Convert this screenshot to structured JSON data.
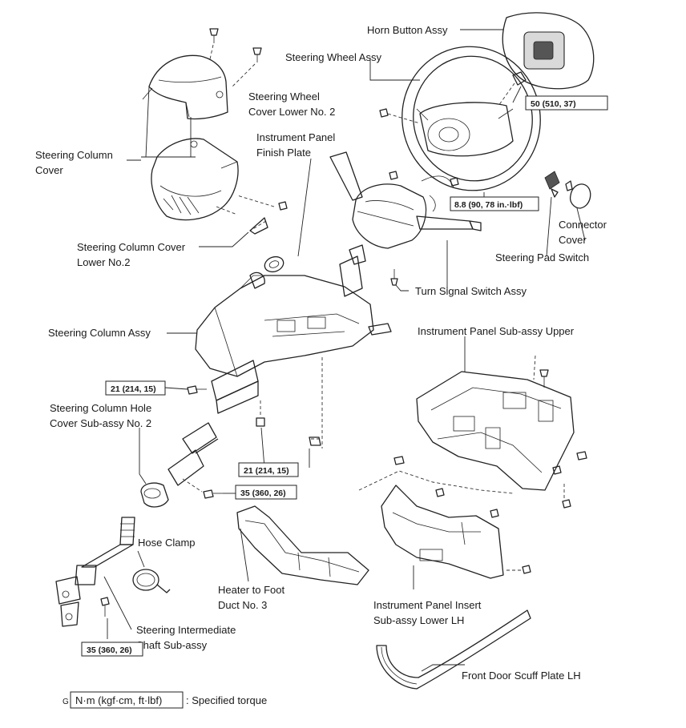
{
  "labels": {
    "horn_button_assy": "Horn Button Assy",
    "steering_wheel_assy": "Steering Wheel Assy",
    "steering_wheel_cover_lower_1": "Steering Wheel",
    "steering_wheel_cover_lower_2": "Cover Lower No. 2",
    "instrument_panel_finish_1": "Instrument Panel",
    "instrument_panel_finish_2": "Finish Plate",
    "steering_column_cover_1": "Steering Column",
    "steering_column_cover_2": "Cover",
    "steering_column_cover_lower_1": "Steering Column Cover",
    "steering_column_cover_lower_2": "Lower No.2",
    "connector_cover_1": "Connector",
    "connector_cover_2": "Cover",
    "steering_pad_switch": "Steering Pad Switch",
    "turn_signal_switch_assy": "Turn Signal Switch Assy",
    "steering_column_assy": "Steering Column Assy",
    "instrument_panel_upper": "Instrument Panel Sub-assy Upper",
    "hole_cover_1": "Steering Column Hole",
    "hole_cover_2": "Cover Sub-assy No. 2",
    "hose_clamp": "Hose Clamp",
    "heater_duct_1": "Heater to Foot",
    "heater_duct_2": "Duct No. 3",
    "intermediate_shaft_1": "Steering Intermediate",
    "intermediate_shaft_2": "Shaft Sub-assy",
    "insert_lower_1": "Instrument Panel Insert",
    "insert_lower_2": "Sub-assy Lower LH",
    "scuff_plate": "Front Door Scuff Plate LH"
  },
  "torques": {
    "t50": "50 (510, 37)",
    "t8_8": "8.8 (90, 78 in.·lbf)",
    "t21_a": "21 (214, 15)",
    "t21_b": "21 (214, 15)",
    "t35_a": "35 (360, 26)",
    "t35_b": "35 (360, 26)"
  },
  "legend": {
    "prefix": "G",
    "unit": "N·m (kgf·cm, ft·lbf)",
    "text": ": Specified torque"
  }
}
